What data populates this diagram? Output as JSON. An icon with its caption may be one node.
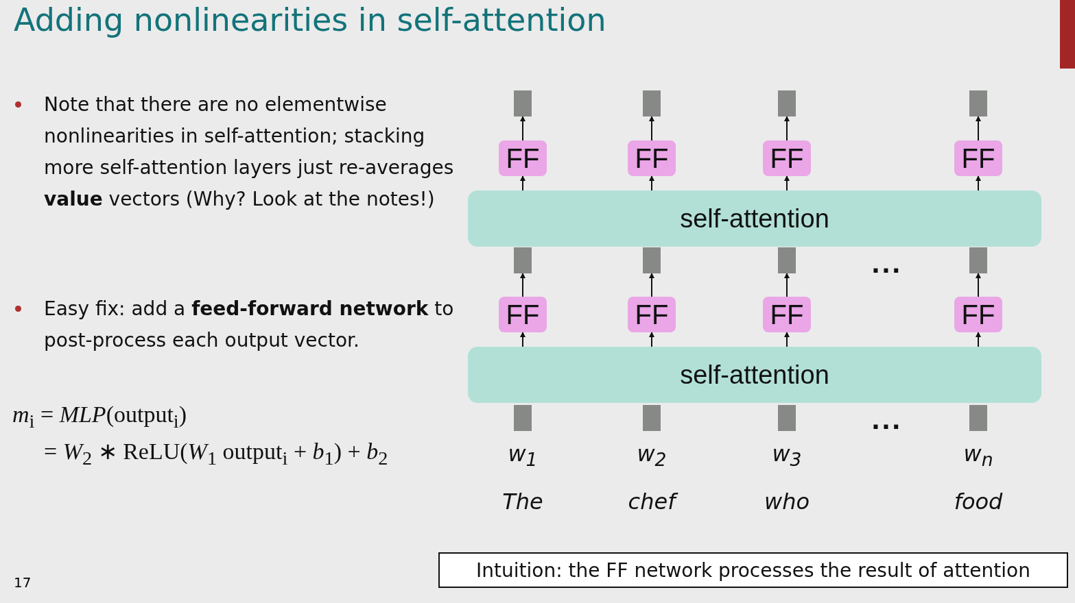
{
  "diagram": {
    "title": "Adding nonlinearities in self-attention",
    "nodes": [
      {
        "text": [],
        "shape": "box"
      },
      {
        "text": [],
        "shape": "box"
      },
      {
        "text": [],
        "shape": "box"
      },
      {
        "text": [],
        "shape": "box"
      },
      {
        "text": [
          "FF"
        ]
      },
      {
        "text": [
          "FF"
        ]
      },
      {
        "text": [
          "FF"
        ]
      },
      {
        "text": [
          "FF"
        ]
      },
      {
        "text": [
          "self-attention"
        ]
      },
      {
        "text": [],
        "shape": "box"
      },
      {
        "text": [],
        "shape": "box"
      },
      {
        "text": [],
        "shape": "box"
      },
      {
        "text": [],
        "shape": "box"
      },
      {
        "text": [
          "FF"
        ]
      },
      {
        "text": [
          "FF"
        ]
      },
      {
        "text": [
          "FF"
        ]
      },
      {
        "text": [
          "FF"
        ]
      },
      {
        "text": [
          "self-attention"
        ]
      },
      {
        "text": [],
        "shape": "box",
        "beside": [
          "w$_{1}$",
          "The"
        ]
      },
      {
        "text": [],
        "shape": "box",
        "beside": [
          "w$_{2}$",
          "chef"
        ]
      },
      {
        "text": [],
        "shape": "box",
        "beside": [
          "w$_{3}$",
          "who"
        ]
      },
      {
        "text": [],
        "shape": "box",
        "beside": [
          "w$_{n}$",
          "food"
        ]
      },
      {
        "text": [
          "Intuition: the FF network processes the result of attention"
        ]
      }
    ],
    "edges": [
      {
        "from": 8,
        "to": 4,
        "arrow": "to"
      },
      {
        "from": 8,
        "to": 5,
        "arrow": "to"
      },
      {
        "from": 8,
        "to": 6,
        "arrow": "to"
      },
      {
        "from": 8,
        "to": 7,
        "arrow": "to"
      },
      {
        "from": 4,
        "to": 0,
        "arrow": "to"
      },
      {
        "from": 5,
        "to": 1,
        "arrow": "to"
      },
      {
        "from": 6,
        "to": 2,
        "arrow": "to"
      },
      {
        "from": 7,
        "to": 3,
        "arrow": "to"
      },
      {
        "from": 17,
        "to": 13,
        "arrow": "to"
      },
      {
        "from": 17,
        "to": 14,
        "arrow": "to"
      },
      {
        "from": 17,
        "to": 15,
        "arrow": "to"
      },
      {
        "from": 17,
        "to": 16,
        "arrow": "to"
      },
      {
        "from": 13,
        "to": 9,
        "arrow": "to"
      },
      {
        "from": 14,
        "to": 10,
        "arrow": "to"
      },
      {
        "from": 15,
        "to": 11,
        "arrow": "to"
      },
      {
        "from": 16,
        "to": 12,
        "arrow": "to"
      }
    ],
    "labels": [
      "Note that there are no elementwise nonlinearities in self-attention; stacking more self-attention layers just re-averages **value** vectors (Why? Look at the notes!)",
      "...",
      "Easy fix: add a **feed-forward network** to post-process each output vector.",
      "*m*$_{i}$ = *MLP*(output$_{i}$)",
      "= *W*$_{2}$ ∗ ReLU(*W*$_{1}$ output$_{i}$ + *b*$_{1}$) + *b*$_{2}$",
      "...",
      "17"
    ]
  }
}
